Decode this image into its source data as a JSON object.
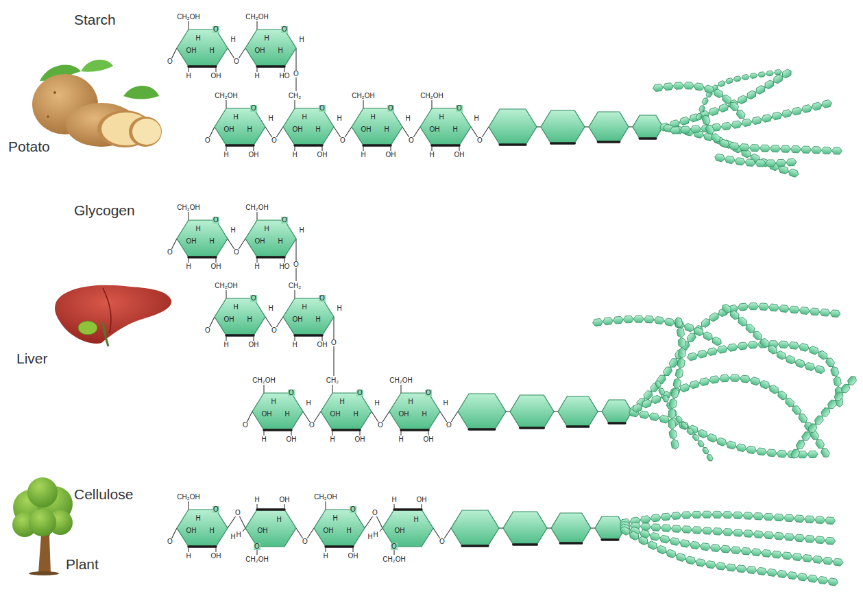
{
  "diagram": {
    "labels": [
      "Starch",
      "Potato",
      "O",
      "CH₂OH",
      "O",
      "H",
      "H",
      "OH",
      "H",
      "H",
      "OH",
      "O",
      "CH₂OH",
      "O",
      "H",
      "H",
      "OH",
      "H",
      "H",
      "HO",
      "O",
      "O",
      "CH₂OH",
      "O",
      "H",
      "H",
      "OH",
      "H",
      "H",
      "OH",
      "O",
      "CH₂",
      "O",
      "H",
      "H",
      "OH",
      "H",
      "H",
      "OH",
      "O",
      "CH₂OH",
      "O",
      "H",
      "H",
      "OH",
      "H",
      "H",
      "OH",
      "O",
      "CH₂OH",
      "O",
      "H",
      "H",
      "OH",
      "H",
      "H",
      "OH",
      "O",
      "Glycogen",
      "Liver",
      "O",
      "CH₂OH",
      "O",
      "H",
      "H",
      "OH",
      "H",
      "H",
      "OH",
      "O",
      "CH₂OH",
      "O",
      "H",
      "H",
      "OH",
      "H",
      "H",
      "HO",
      "O",
      "O",
      "CH₂OH",
      "O",
      "H",
      "H",
      "OH",
      "H",
      "H",
      "OH",
      "O",
      "CH₂",
      "O",
      "H",
      "H",
      "OH",
      "H",
      "H",
      "OH",
      "O",
      "O",
      "CH₂OH",
      "O",
      "H",
      "H",
      "OH",
      "H",
      "H",
      "OH",
      "O",
      "CH₂",
      "O",
      "H",
      "H",
      "OH",
      "H",
      "H",
      "OH",
      "O",
      "CH₂OH",
      "O",
      "H",
      "H",
      "OH",
      "H",
      "H",
      "OH",
      "O",
      "Cellulose",
      "Plant",
      "O",
      "CH₂OH",
      "O",
      "H",
      "H",
      "OH",
      "H",
      "H",
      "OH",
      "O",
      "H",
      "OH",
      "H",
      "OH",
      "H",
      "O",
      "CH₂OH",
      "O",
      "CH₂OH",
      "O",
      "H",
      "H",
      "OH",
      "H",
      "H",
      "OH",
      "O",
      "H",
      "OH",
      "H",
      "OH",
      "H",
      "O",
      "CH₂OH",
      "O"
    ]
  }
}
